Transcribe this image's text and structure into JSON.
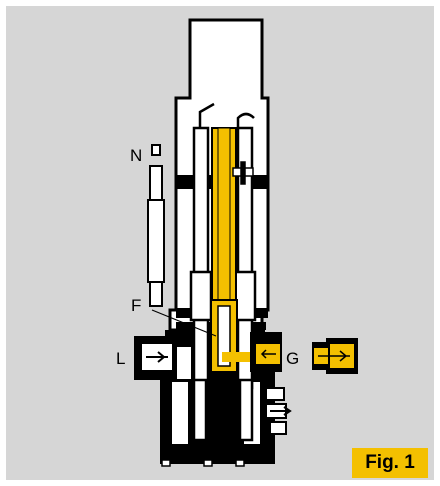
{
  "figure": {
    "badge": "Fig. 1",
    "labels": {
      "n": "N",
      "f": "F",
      "l": "L",
      "g": "G"
    }
  },
  "colors": {
    "background": "#d6d6d6",
    "body": "#ffffff",
    "ink": "#000000",
    "accent": "#f4c000"
  }
}
